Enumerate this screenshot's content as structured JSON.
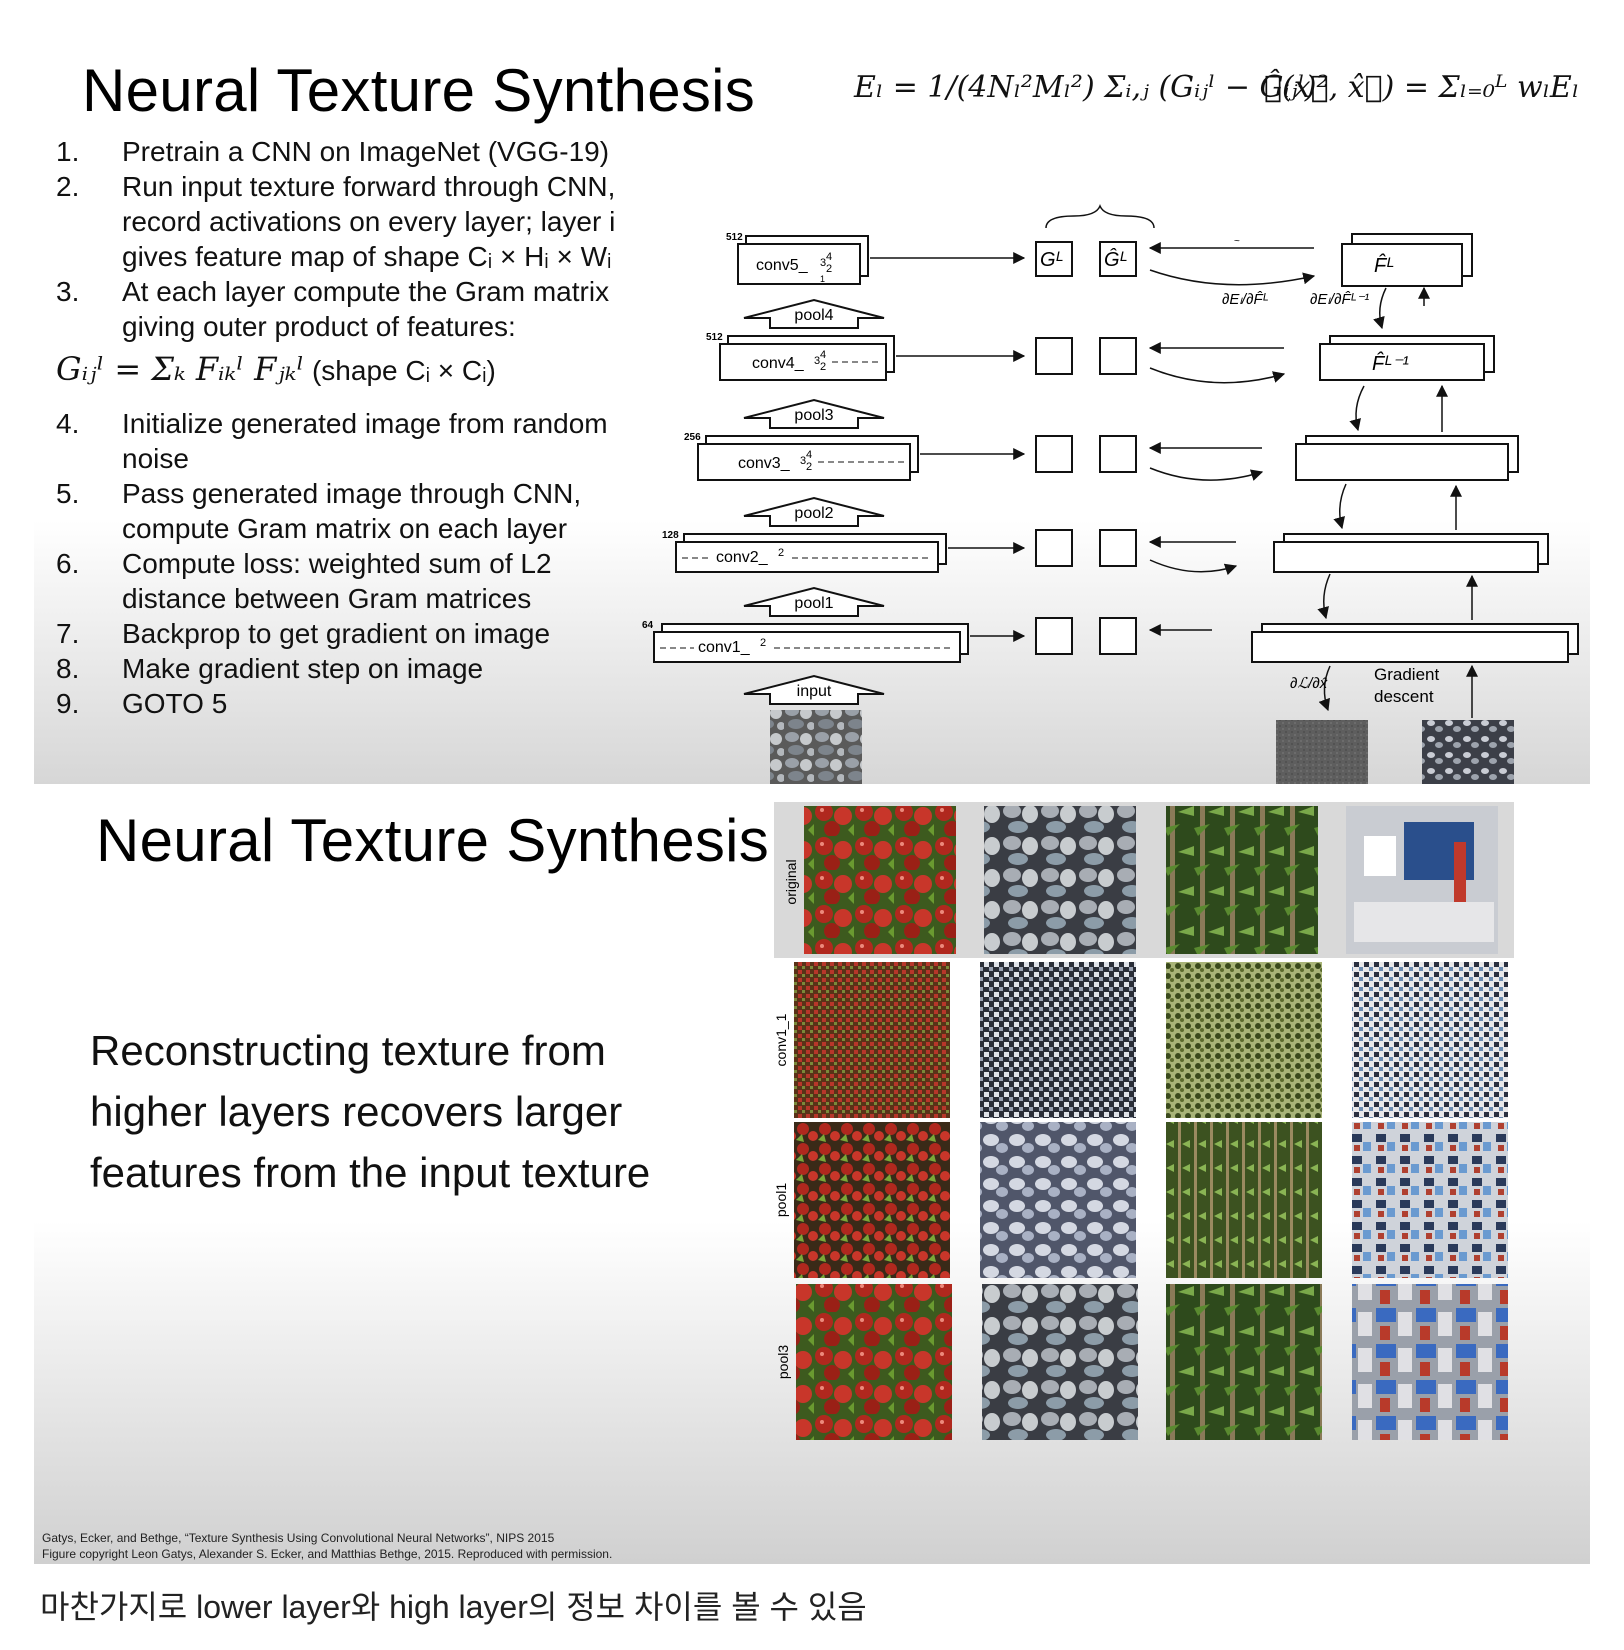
{
  "slide1": {
    "title": "Neural Texture Synthesis",
    "formula_energy": "Eₗ = 1/(4Nₗ²Mₗ²) Σᵢ,ⱼ (Gᵢⱼˡ − Ĝᵢⱼˡ)²",
    "formula_loss": "ℒ(x⃗, x̂⃗) = Σₗ₌₀ᴸ wₗEₗ",
    "steps": [
      {
        "num": "1.",
        "lines": [
          "Pretrain a CNN on ImageNet (VGG-19)"
        ]
      },
      {
        "num": "2.",
        "lines": [
          "Run input texture forward through CNN,",
          "record activations on every layer; layer i",
          "gives feature map of shape Cᵢ × Hᵢ × Wᵢ"
        ]
      },
      {
        "num": "3.",
        "lines": [
          "At each layer compute the Gram matrix",
          "giving outer product of features:"
        ]
      },
      {
        "num": "4.",
        "lines": [
          "Initialize generated image from random",
          "noise"
        ]
      },
      {
        "num": "5.",
        "lines": [
          "Pass generated image through CNN,",
          "compute Gram matrix on each layer"
        ]
      },
      {
        "num": "6.",
        "lines": [
          "Compute loss: weighted sum of L2",
          "distance between Gram matrices"
        ]
      },
      {
        "num": "7.",
        "lines": [
          "Backprop to get gradient on image"
        ]
      },
      {
        "num": "8.",
        "lines": [
          "Make gradient step on image"
        ]
      },
      {
        "num": "9.",
        "lines": [
          "GOTO 5"
        ]
      }
    ],
    "gram_equation": "Gᵢⱼˡ = Σₖ Fᵢₖˡ Fⱼₖˡ",
    "gram_shape": "(shape Cᵢ × Cᵢ)",
    "diagram": {
      "layers": [
        {
          "name": "conv5_",
          "channels": "512"
        },
        {
          "name": "conv4_",
          "channels": "512"
        },
        {
          "name": "conv3_",
          "channels": "256"
        },
        {
          "name": "conv2_",
          "channels": "128"
        },
        {
          "name": "conv1_",
          "channels": "64"
        }
      ],
      "pools": [
        "pool4",
        "pool3",
        "pool2",
        "pool1",
        "input"
      ],
      "gram_label": "Gᴸ",
      "gram_hat_label": "Ĝᴸ",
      "feat_hat_L": "F̂ᴸ",
      "feat_hat_L1": "F̂ᴸ⁻¹",
      "dE_dF": "∂Eₗ/∂F̂ᴸ",
      "dE_dF1": "∂Eₗ/∂F̂ᴸ⁻¹",
      "dL_dx": "∂ℒ/∂x̂",
      "gradient_descent": [
        "Gradient",
        "descent"
      ]
    }
  },
  "slide2": {
    "title": "Neural Texture Synthesis",
    "blurb": "Reconstructing texture from higher layers recovers larger features from the input texture",
    "row_labels": [
      "original",
      "conv1_1",
      "pool1",
      "pool3"
    ],
    "citation": [
      "Gatys, Ecker, and Bethge, “Texture Synthesis Using Convolutional Neural Networks”, NIPS 2015",
      "Figure copyright Leon Gatys, Alexander S. Ecker, and Matthias Bethge, 2015. Reproduced with permission."
    ]
  },
  "caption": "마찬가지로 lower layer와 high layer의 정보 차이를 볼 수 있음"
}
